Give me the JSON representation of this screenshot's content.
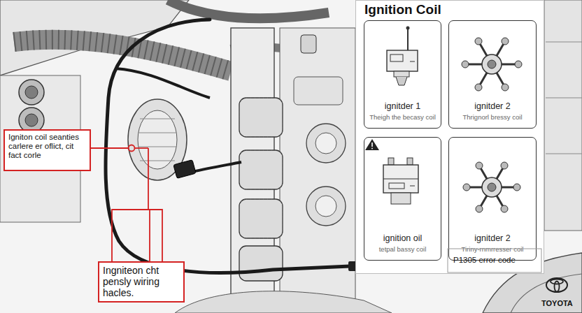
{
  "diagram": {
    "nodes": [
      {
        "text": [
          "Ignition Coil"
        ]
      },
      {
        "text": [
          "ignitder 1",
          "Theigh the becasy coil"
        ],
        "in": 0
      },
      {
        "text": [
          "ignitder 2",
          "Thrignorl bressy coil"
        ],
        "in": 0
      },
      {
        "text": [
          "ignition oil",
          "tetpal bassy coil"
        ],
        "in": 0
      },
      {
        "text": [
          "ignitder 2",
          "Tiriny-rnmrresser coil"
        ],
        "in": 0
      },
      {
        "text": [
          "Igniton coil seanties carlere er oflict, cit fact corle"
        ]
      },
      {
        "text": [
          "Ingniteon cht pensly wiring hacles."
        ]
      }
    ],
    "labels": [
      "P1305 error code",
      "TOYOTA"
    ]
  }
}
